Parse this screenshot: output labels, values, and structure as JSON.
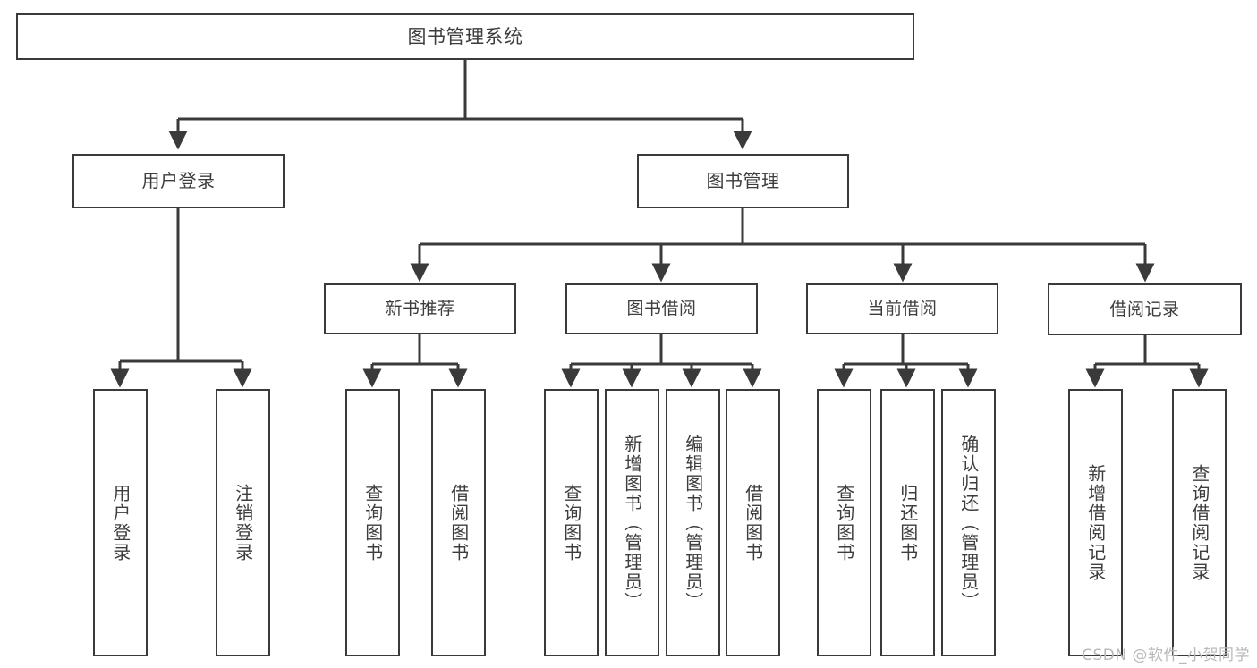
{
  "diagram": {
    "type": "tree-hierarchy",
    "title": "图书管理系统",
    "orientation": "top-down",
    "colors": {
      "box_border": "#3a3a3a",
      "box_fill": "#ffffff",
      "text": "#3d3d3d",
      "edge": "#3a3a3a",
      "watermark": "#b9b9b9",
      "background": "#ffffff"
    }
  },
  "root": {
    "label": "图书管理系统"
  },
  "level2": [
    {
      "label": "用户登录"
    },
    {
      "label": "图书管理"
    }
  ],
  "level3": [
    {
      "label": "新书推荐"
    },
    {
      "label": "图书借阅"
    },
    {
      "label": "当前借阅"
    },
    {
      "label": "借阅记录"
    }
  ],
  "leaves": {
    "user_login": [
      {
        "label": "用户登录"
      },
      {
        "label": "注销登录"
      }
    ],
    "new_book": [
      {
        "label": "查询图书"
      },
      {
        "label": "借阅图书"
      }
    ],
    "book_borrow": [
      {
        "label": "查询图书"
      },
      {
        "label": "新增图书（管理员）"
      },
      {
        "label": "编辑图书（管理员）"
      },
      {
        "label": "借阅图书"
      }
    ],
    "current_borrow": [
      {
        "label": "查询图书"
      },
      {
        "label": "归还图书"
      },
      {
        "label": "确认归还（管理员）"
      }
    ],
    "borrow_record": [
      {
        "label": "新增借阅记录"
      },
      {
        "label": "查询借阅记录"
      }
    ]
  },
  "watermark": {
    "text": "CSDN @软件_小贺同学"
  }
}
